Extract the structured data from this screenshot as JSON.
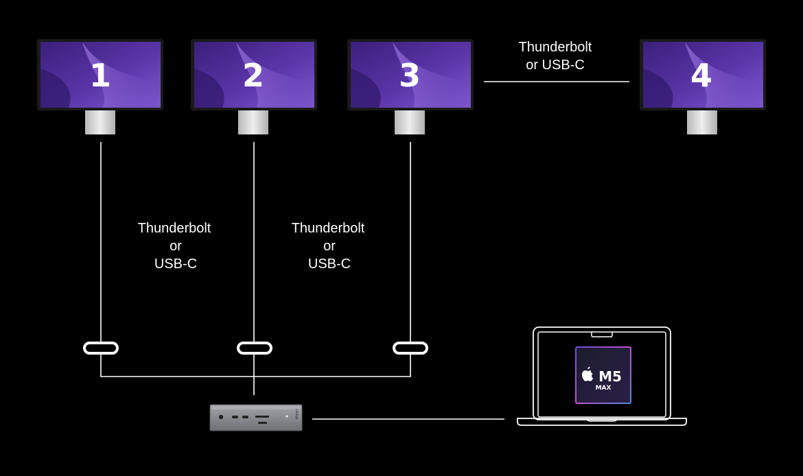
{
  "monitors": [
    {
      "number": "1"
    },
    {
      "number": "2"
    },
    {
      "number": "3"
    },
    {
      "number": "4"
    }
  ],
  "labels": {
    "top_connection_line1": "Thunderbolt",
    "top_connection_line2": "or USB-C",
    "left_connection": [
      "Thunderbolt",
      "or",
      "USB-C"
    ],
    "middle_connection": [
      "Thunderbolt",
      "or",
      "USB-C"
    ]
  },
  "chip": {
    "name": "M5",
    "tier": "MAX"
  },
  "dock": {
    "brand": "CalDigit"
  },
  "colors": {
    "background": "#000000",
    "line": "#ffffff",
    "screen_base": "#4b2a96",
    "screen_light": "#8a62d6",
    "stand": "#d9d9d9",
    "dock_body": "#8e9096"
  }
}
